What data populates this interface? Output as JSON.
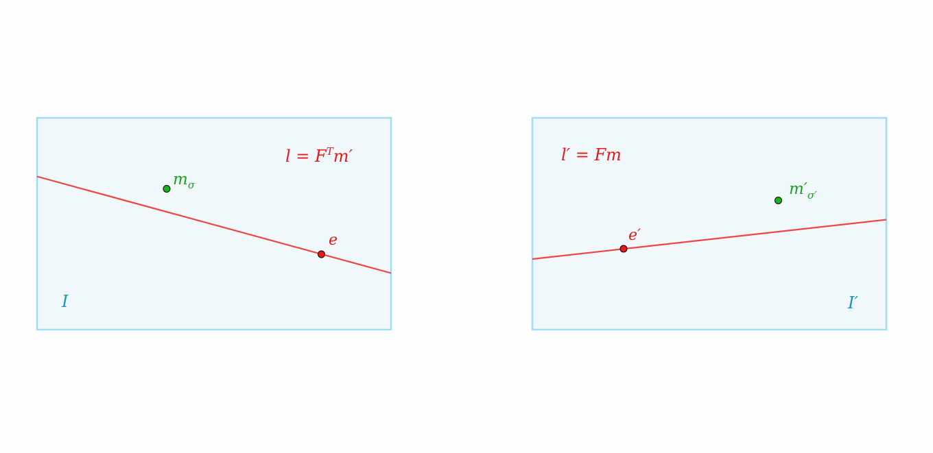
{
  "colors": {
    "background": "#fefefe",
    "image_fill": "#f0f8fc",
    "image_border": "#9fdcf5",
    "epipolar_line": "#ee4444",
    "epipole_fill": "#e81818",
    "point_fill": "#19b419",
    "point_label": "#19a019",
    "line_label": "#e81818",
    "image_label": "#1a96b4"
  },
  "left_image": {
    "label": "I",
    "line_label": {
      "base": "l = F",
      "sup": "T",
      "tail": "m′"
    },
    "point_label": {
      "base": "m",
      "sub": "σ"
    },
    "epipole_label": "e"
  },
  "right_image": {
    "label": "I′",
    "line_label": "l′ = Fm",
    "point_label": {
      "base": "m′",
      "sub": "σ′"
    },
    "epipole_label": "e′"
  }
}
